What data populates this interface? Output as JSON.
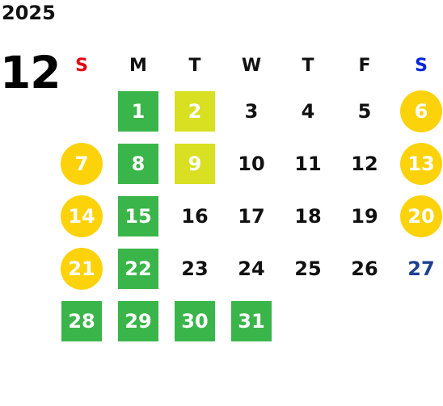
{
  "year": "2025",
  "month": "12",
  "weekdays": [
    {
      "label": "S",
      "color": "#e60012"
    },
    {
      "label": "M",
      "color": "#111111"
    },
    {
      "label": "T",
      "color": "#111111"
    },
    {
      "label": "W",
      "color": "#111111"
    },
    {
      "label": "T",
      "color": "#111111"
    },
    {
      "label": "F",
      "color": "#111111"
    },
    {
      "label": "S",
      "color": "#0026d9"
    }
  ],
  "colors": {
    "green": "#3ab54a",
    "lime": "#d8e021",
    "yellow": "#fcd30b",
    "blue_text": "#1f3f8f"
  },
  "weeks": [
    [
      null,
      {
        "d": "1",
        "s": "green"
      },
      {
        "d": "2",
        "s": "lime"
      },
      {
        "d": "3"
      },
      {
        "d": "4"
      },
      {
        "d": "5"
      },
      {
        "d": "6",
        "s": "yellow"
      }
    ],
    [
      {
        "d": "7",
        "s": "yellow"
      },
      {
        "d": "8",
        "s": "green"
      },
      {
        "d": "9",
        "s": "lime"
      },
      {
        "d": "10"
      },
      {
        "d": "11"
      },
      {
        "d": "12"
      },
      {
        "d": "13",
        "s": "yellow"
      }
    ],
    [
      {
        "d": "14",
        "s": "yellow"
      },
      {
        "d": "15",
        "s": "green"
      },
      {
        "d": "16"
      },
      {
        "d": "17"
      },
      {
        "d": "18"
      },
      {
        "d": "19"
      },
      {
        "d": "20",
        "s": "yellow"
      }
    ],
    [
      {
        "d": "21",
        "s": "yellow"
      },
      {
        "d": "22",
        "s": "green"
      },
      {
        "d": "23"
      },
      {
        "d": "24"
      },
      {
        "d": "25"
      },
      {
        "d": "26"
      },
      {
        "d": "27",
        "s": "bluetext"
      }
    ],
    [
      {
        "d": "28",
        "s": "green"
      },
      {
        "d": "29",
        "s": "green"
      },
      {
        "d": "30",
        "s": "green"
      },
      {
        "d": "31",
        "s": "green"
      },
      null,
      null,
      null
    ]
  ]
}
